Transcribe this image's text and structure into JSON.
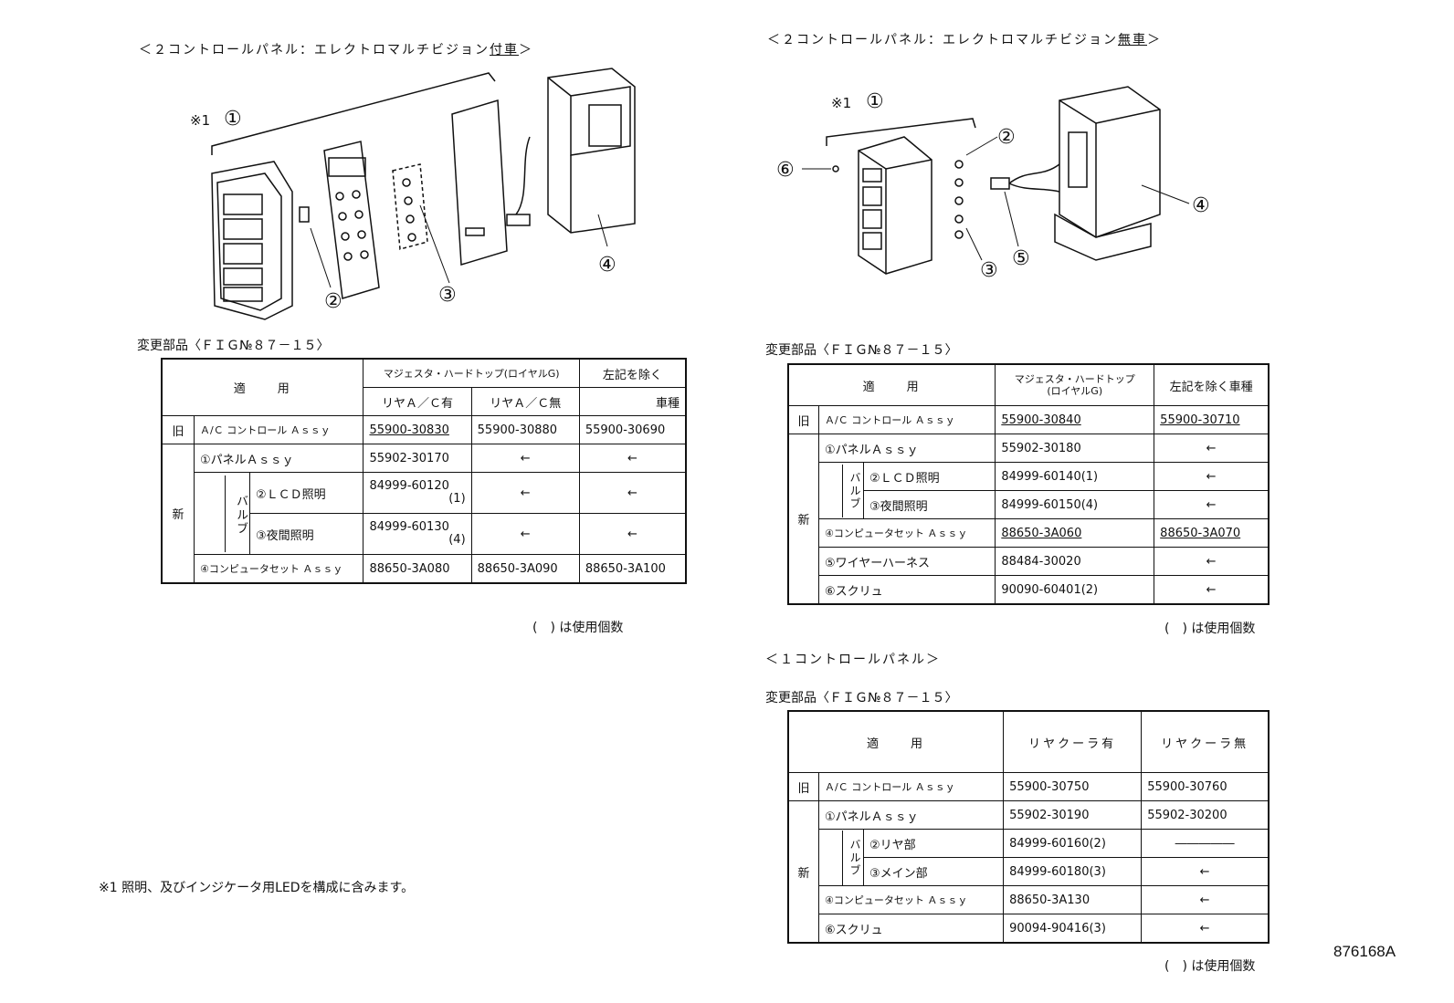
{
  "left": {
    "heading_pre": "＜２コントロールパネル：エレクトロマルチビジョン",
    "heading_ul": "付車",
    "heading_post": "＞",
    "diagram": {
      "note_mark": "※1",
      "callouts": [
        "①",
        "②",
        "③",
        "④"
      ]
    },
    "table_caption": "変更部品〈ＦＩＧ№８７－１５〉",
    "table": {
      "h_apply": "適　　用",
      "h_majesta": "マジェスタ・ハードトップ(ロイヤルG)",
      "h_rear_ac_yes": "リヤＡ／Ｃ有",
      "h_rear_ac_no": "リヤＡ／Ｃ無",
      "h_other_top": "左記を除く",
      "h_other_bottom": "車種",
      "old_label": "旧",
      "old_item": "Ａ/Ｃ コントロール Ａｓｓｙ",
      "old_v1": "55900-30830",
      "old_v2": "55900-30880",
      "old_v3": "55900-30690",
      "new_label": "新",
      "panel": "①パネルＡｓｓｙ",
      "panel_v1": "55902-30170",
      "arrow": "←",
      "bulb": "バルブ",
      "lcd": "②ＬＣＤ照明",
      "lcd_v1": "84999-60120",
      "lcd_v1_qty": "(1)",
      "night": "③夜間照明",
      "night_v1": "84999-60130",
      "night_v1_qty": "(4)",
      "computer": "④コンピュータセット Ａｓｓｙ",
      "comp_v1": "88650-3A080",
      "comp_v2": "88650-3A090",
      "comp_v3": "88650-3A100"
    },
    "qty_note": "(　) は使用個数",
    "footnote": "※1 照明、及びインジケータ用LEDを構成に含みます。"
  },
  "right_top": {
    "heading_pre": "＜２コントロールパネル：エレクトロマルチビジョン",
    "heading_ul": "無車",
    "heading_post": "＞",
    "diagram": {
      "note_mark": "※1",
      "callouts": [
        "①",
        "②",
        "③",
        "④",
        "⑤",
        "⑥"
      ]
    },
    "table_caption": "変更部品〈ＦＩＧ№８７－１５〉",
    "table": {
      "h_apply": "適　　用",
      "h_majesta_top": "マジェスタ・ハードトップ",
      "h_majesta_bottom": "(ロイヤルG)",
      "h_other": "左記を除く車種",
      "old_label": "旧",
      "old_item": "Ａ/Ｃ コントロール Ａｓｓｙ",
      "old_v1": "55900-30840",
      "old_v2": "55900-30710",
      "new_label": "新",
      "panel": "①パネルＡｓｓｙ",
      "panel_v1": "55902-30180",
      "arrow": "←",
      "bulb": "バルブ",
      "lcd": "②ＬＣＤ照明",
      "lcd_v1": "84999-60140(1)",
      "night": "③夜間照明",
      "night_v1": "84999-60150(4)",
      "computer": "④コンピュータセット Ａｓｓｙ",
      "comp_v1": "88650-3A060",
      "comp_v2": "88650-3A070",
      "harness": "⑤ワイヤーハーネス",
      "harness_v1": "88484-30020",
      "screw": "⑥スクリュ",
      "screw_v1": "90090-60401(2)"
    },
    "qty_note": "(　) は使用個数"
  },
  "right_bottom": {
    "heading": "＜１コントロールパネル＞",
    "table_caption": "変更部品〈ＦＩＧ№８７－１５〉",
    "table": {
      "h_apply": "適　　用",
      "h_rear_cooler_yes": "リヤクーラ有",
      "h_rear_cooler_no": "リヤクーラ無",
      "old_label": "旧",
      "old_item": "Ａ/Ｃ コントロール Ａｓｓｙ",
      "old_v1": "55900-30750",
      "old_v2": "55900-30760",
      "new_label": "新",
      "panel": "①パネルＡｓｓｙ",
      "panel_v1": "55902-30190",
      "panel_v2": "55902-30200",
      "bulb": "バルブ",
      "rear": "②リヤ部",
      "rear_v1": "84999-60160(2)",
      "rear_v2": "―――――",
      "main": "③メイン部",
      "main_v1": "84999-60180(3)",
      "arrow": "←",
      "computer": "④コンピュータセット Ａｓｓｙ",
      "comp_v1": "88650-3A130",
      "screw": "⑥スクリュ",
      "screw_v1": "90094-90416(3)"
    },
    "qty_note": "(　) は使用個数"
  },
  "drawing_number": "876168A"
}
